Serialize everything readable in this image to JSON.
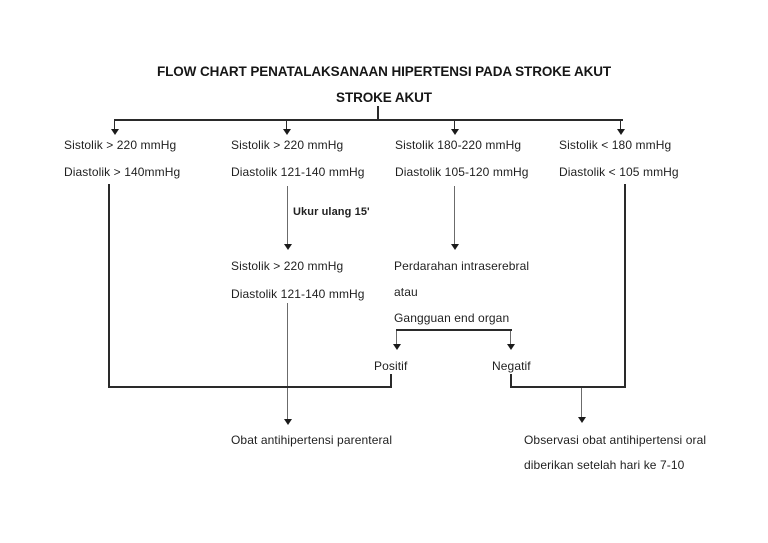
{
  "colors": {
    "background": "#ffffff",
    "line": "#2a2a2a",
    "text": "#1f1f1f"
  },
  "title": "FLOW CHART PENATALAKSANAAN HIPERTENSI PADA STROKE AKUT",
  "root_label": "STROKE AKUT",
  "branches": [
    {
      "line1": "Sistolik > 220 mmHg",
      "line2": "Diastolik > 140mmHg"
    },
    {
      "line1": "Sistolik > 220 mmHg",
      "line2": "Diastolik 121-140 mmHg"
    },
    {
      "line1": "Sistolik 180-220 mmHg",
      "line2": "Diastolik 105-120 mmHg"
    },
    {
      "line1": "Sistolik < 180 mmHg",
      "line2": "Diastolik < 105 mmHg"
    }
  ],
  "remeasure": {
    "arrow_label": "Ukur ulang 15'",
    "line1": "Sistolik > 220 mmHg",
    "line2": "Diastolik 121-140 mmHg"
  },
  "evaluation": {
    "line1": "Perdarahan intraserebral",
    "line2": "atau",
    "line3": "Gangguan end organ",
    "positive_label": "Positif",
    "negative_label": "Negatif"
  },
  "outcomes": {
    "parenteral": "Obat antihipertensi parenteral",
    "oral_line1": "Observasi obat antihipertensi oral",
    "oral_line2": "diberikan setelah hari ke 7-10"
  }
}
